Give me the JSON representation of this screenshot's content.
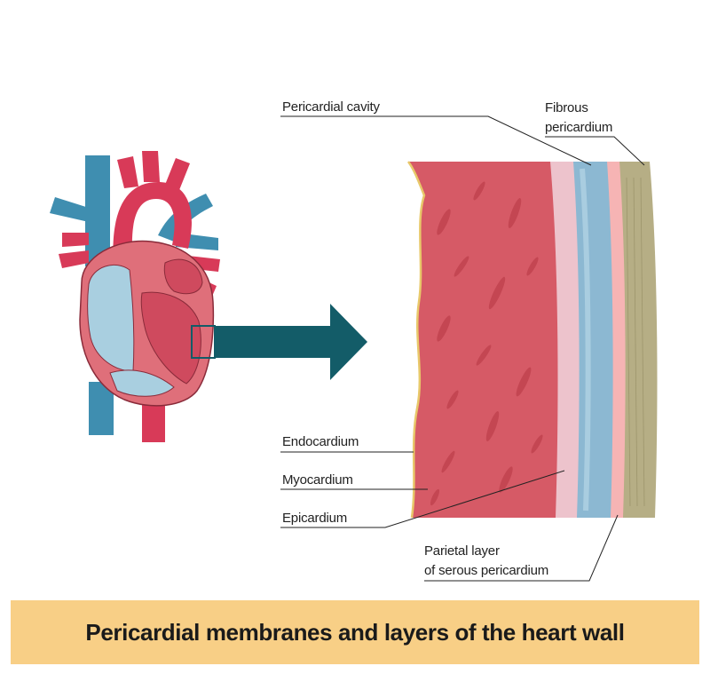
{
  "labels": {
    "pericardial_cavity": "Pericardial cavity",
    "fibrous_pericardium_line1": "Fibrous",
    "fibrous_pericardium_line2": "pericardium",
    "endocardium": "Endocardium",
    "myocardium": "Myocardium",
    "epicardium": "Epicardium",
    "parietal_line1": "Parietal layer",
    "parietal_line2": "of serous pericardium"
  },
  "title": "Pericardial membranes and layers of the heart wall",
  "colors": {
    "vein_blue": "#3f8eb0",
    "artery_red": "#d83a58",
    "heart_wall": "#df6f7a",
    "chamber_blue": "#a9cfe0",
    "myocardium": "#d65a66",
    "epicardium": "#edc3cc",
    "cavity": "#8cb8d2",
    "parietal": "#f6b4b4",
    "fibrous": "#b6ae85",
    "arrow": "#135c68",
    "title_bar": "#f8cf86"
  }
}
